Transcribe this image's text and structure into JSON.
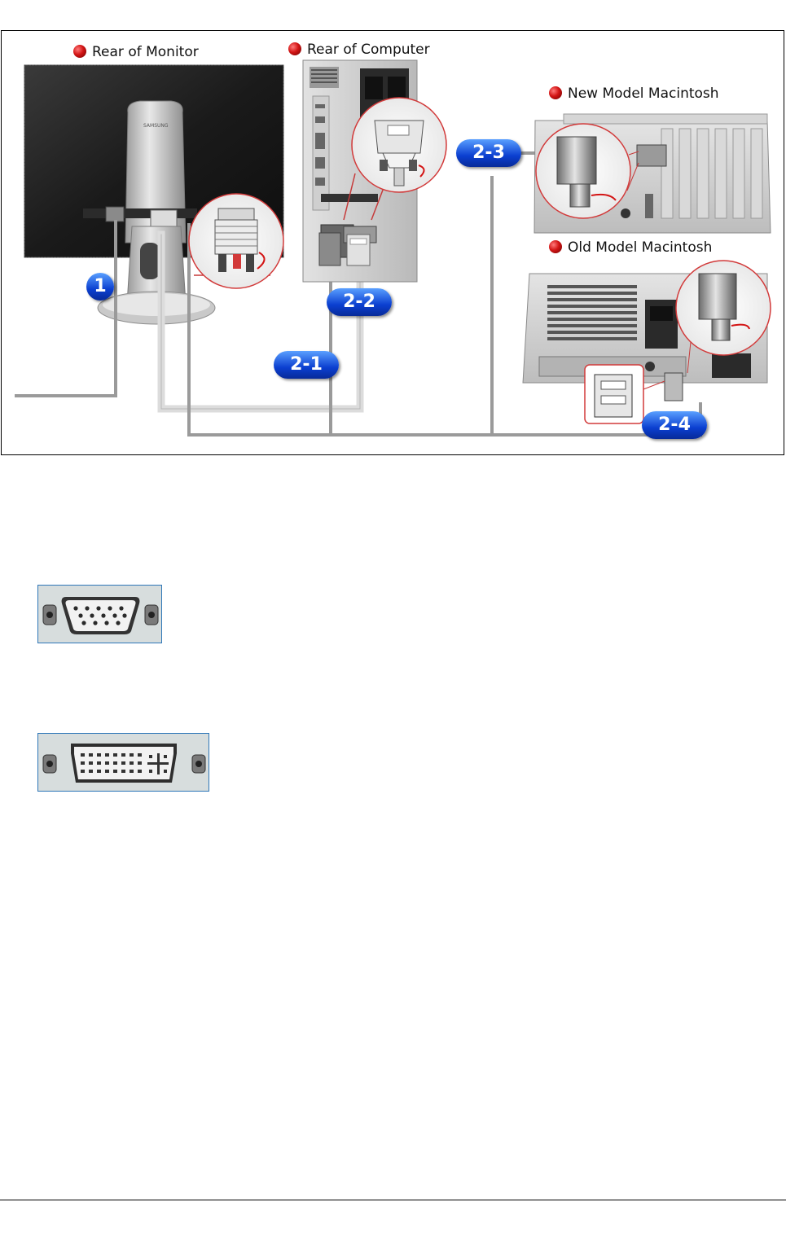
{
  "diagram": {
    "labels": {
      "rear_monitor": "Rear of Monitor",
      "rear_computer": "Rear of Computer",
      "new_mac": "New Model Macintosh",
      "old_mac": "Old Model Macintosh"
    },
    "badges": {
      "b1": "1",
      "b2_1": "2-1",
      "b2_2": "2-2",
      "b2_3": "2-3",
      "b2_4": "2-4"
    },
    "logo_text": "SAMSUNG",
    "colors": {
      "badge": "#0b3fd0",
      "dot": "#d31515",
      "cable": "#c8c8c8",
      "highlight": "#e23a3a"
    }
  },
  "ports": [
    {
      "name": "vga-d-sub-port-icon",
      "type": "D-Sub 15-pin"
    },
    {
      "name": "dvi-port-icon",
      "type": "DVI"
    }
  ]
}
